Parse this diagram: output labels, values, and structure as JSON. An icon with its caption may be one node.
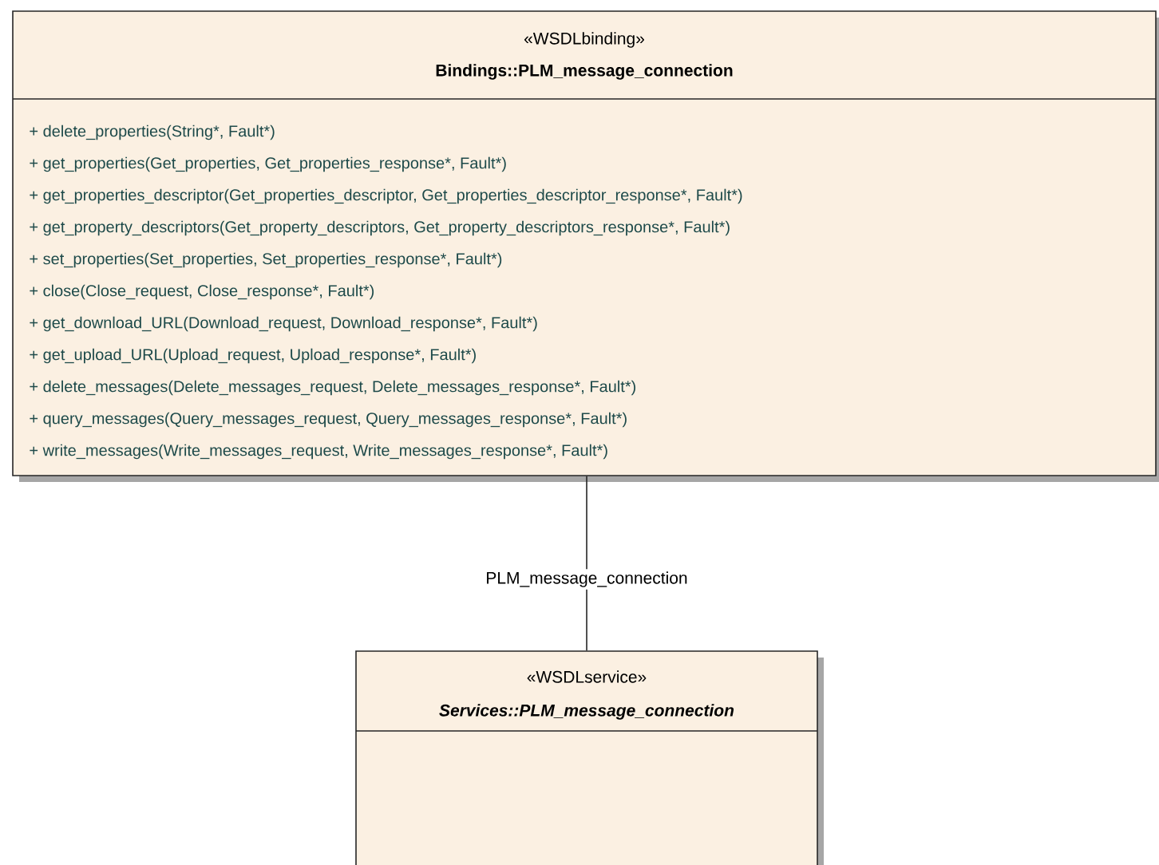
{
  "diagram": {
    "nodes": [
      {
        "text": [
          "«WSDLbinding»",
          "Bindings::PLM_message_connection",
          "+ delete_properties(String*, Fault*)",
          "+ get_properties(Get_properties, Get_properties_response*, Fault*)",
          "+ get_properties_descriptor(Get_properties_descriptor, Get_properties_descriptor_response*, Fault*)",
          "+ get_property_descriptors(Get_property_descriptors, Get_property_descriptors_response*, Fault*)",
          "+ set_properties(Set_properties, Set_properties_response*, Fault*)",
          "+ close(Close_request, Close_response*, Fault*)",
          "+ get_download_URL(Download_request, Download_response*, Fault*)",
          "+ get_upload_URL(Upload_request, Upload_response*, Fault*)",
          "+ delete_messages(Delete_messages_request, Delete_messages_response*, Fault*)",
          "+ query_messages(Query_messages_request, Query_messages_response*, Fault*)",
          "+ write_messages(Write_messages_request, Write_messages_response*, Fault*)"
        ]
      },
      {
        "text": [
          "«WSDLservice»",
          "Services::PLM_message_connection"
        ]
      }
    ],
    "edges": [
      {
        "from": 0,
        "to": 1,
        "arrow": "none",
        "label": "PLM_message_connection"
      }
    ]
  }
}
